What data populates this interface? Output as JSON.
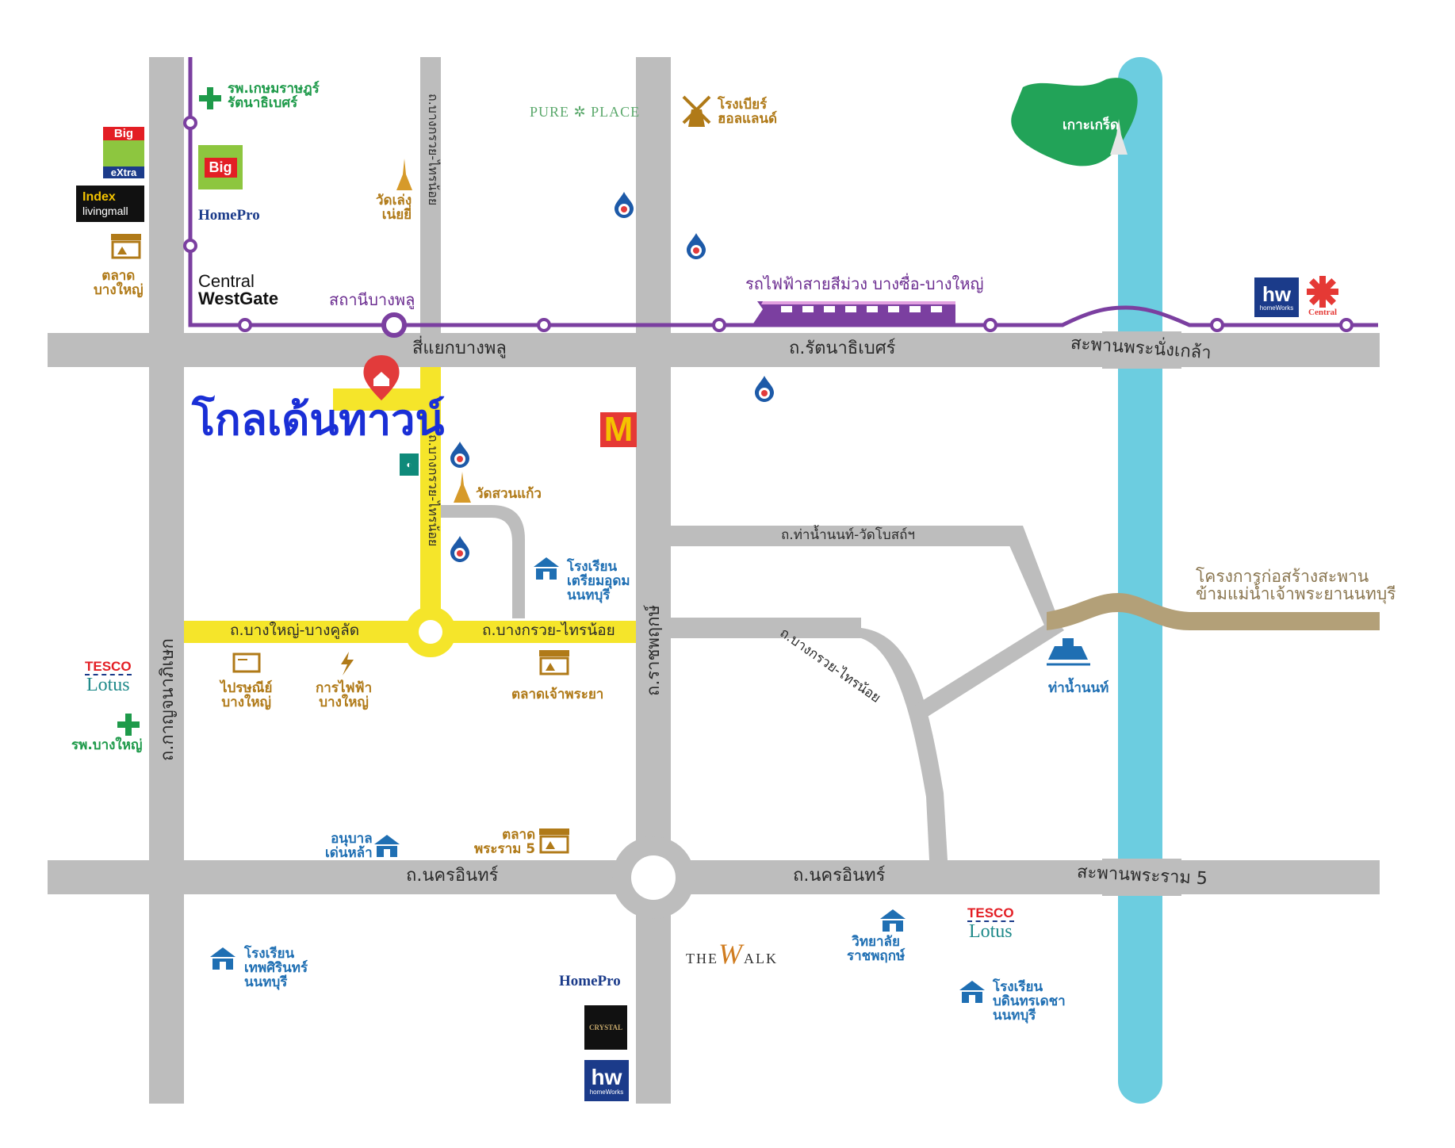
{
  "title": "โกลเด้นทาวน์",
  "roads": {
    "ratthanathibet": "ถ.รัตนาธิเบศร์",
    "nakhon_in_left": "ถ.นครอินทร์",
    "nakhon_in_right": "ถ.นครอินทร์",
    "kanchanaphisek": "ถ.กาญจนาภิเษก",
    "ratchaphruek": "ถ.ราชพฤกษ์",
    "bangkruai_sainoi_top": "ถ.บางกรวย-ไทรน้อย",
    "bangkruai_sainoi_mid": "ถ.บางกรวย-ไทรน้อย",
    "bangkruai_sainoi_h": "ถ.บางกรวย-ไทรน้อย",
    "bangkruai_sainoi_diag": "ถ.บางกรวย-ไทรน้อย",
    "bangyai_bangkhusat": "ถ.บางใหญ่-บางคูลัด",
    "thanon_tha_nam_non": "ถ.ท่าน้ำนนท์-วัดโบสถ์ฯ",
    "phra_nang_klao_bridge": "สะพานพระนั่งเกล้า",
    "rama5_bridge": "สะพานพระราม 5",
    "bangphlu_intersection": "สี่แยกบางพลู"
  },
  "transit": {
    "purple_line": "รถไฟฟ้าสายสีม่วง บางซื่อ-บางใหญ่",
    "station": "สถานีบางพลู"
  },
  "places": {
    "kasemrad": [
      "รพ.เกษมราษฎร์",
      "รัตนาธิเบศร์"
    ],
    "bangyai_hospital": "รพ.บางใหญ่",
    "bangyai_market": [
      "ตลาด",
      "บางใหญ่"
    ],
    "wat_lengnoei": [
      "วัดเล่ง",
      "เน่ยยี่"
    ],
    "holland_brewery": [
      "โรงเบียร์",
      "ฮอลแลนด์"
    ],
    "koh_kret": "เกาะเกร็ด",
    "wat_suan_kaew": "วัดสวนแก้ว",
    "triam_udom": [
      "โรงเรียน",
      "เตรียมอุดม",
      "นนทบุรี"
    ],
    "post_office": [
      "ไปรษณีย์",
      "บางใหญ่"
    ],
    "electricity": [
      "การไฟฟ้า",
      "บางใหญ่"
    ],
    "chao_phraya_market": "ตลาดเจ้าพระยา",
    "tha_nam_non": "ท่าน้ำนนท์",
    "bridge_project": [
      "โครงการก่อสร้างสะพาน",
      "ข้ามแม่น้ำเจ้าพระยานนทบุรี"
    ],
    "anuban_denla": [
      "อนุบาล",
      "เด่นหล้า"
    ],
    "rama5_market": [
      "ตลาด",
      "พระราม 5"
    ],
    "thepsirin": [
      "โรงเรียน",
      "เทพศิรินทร์",
      "นนทบุรี"
    ],
    "ratchaphruek_college": [
      "วิทยาลัย",
      "ราชพฤกษ์"
    ],
    "bodindecha": [
      "โรงเรียน",
      "บดินทรเดชา",
      "นนทบุรี"
    ]
  },
  "brands": {
    "bigc_top": "Big",
    "bigc_extra": "eXtra",
    "index_1": "Index",
    "index_2": "livingmall",
    "bigc": "Big",
    "homepro_1": "HomePro",
    "central_1": "Central",
    "central_2": "WestGate",
    "pure_1": "PURE",
    "pure_2": "PLACE",
    "central_logo": "Central",
    "homeworks_1": "homeWorks",
    "tesco_1": "TESCO",
    "lotus_1": "Lotus",
    "tesco_2": "TESCO",
    "lotus_2": "Lotus",
    "thewalk_1": "THE",
    "thewalk_2": "W",
    "thewalk_3": "ALK",
    "homepro_2": "HomePro",
    "crystal": "CRYSTAL",
    "homeworks_2": "homeWorks"
  },
  "colors": {
    "road": "#bdbdbd",
    "highlight_road": "#f5e52a",
    "purple_line": "#7b3fa0",
    "river": "#6ccde0",
    "bridge_project": "#b3a078",
    "koh_kret": "#22a358",
    "ptt": "#1d5aa8",
    "pin": "#e23b3b"
  }
}
